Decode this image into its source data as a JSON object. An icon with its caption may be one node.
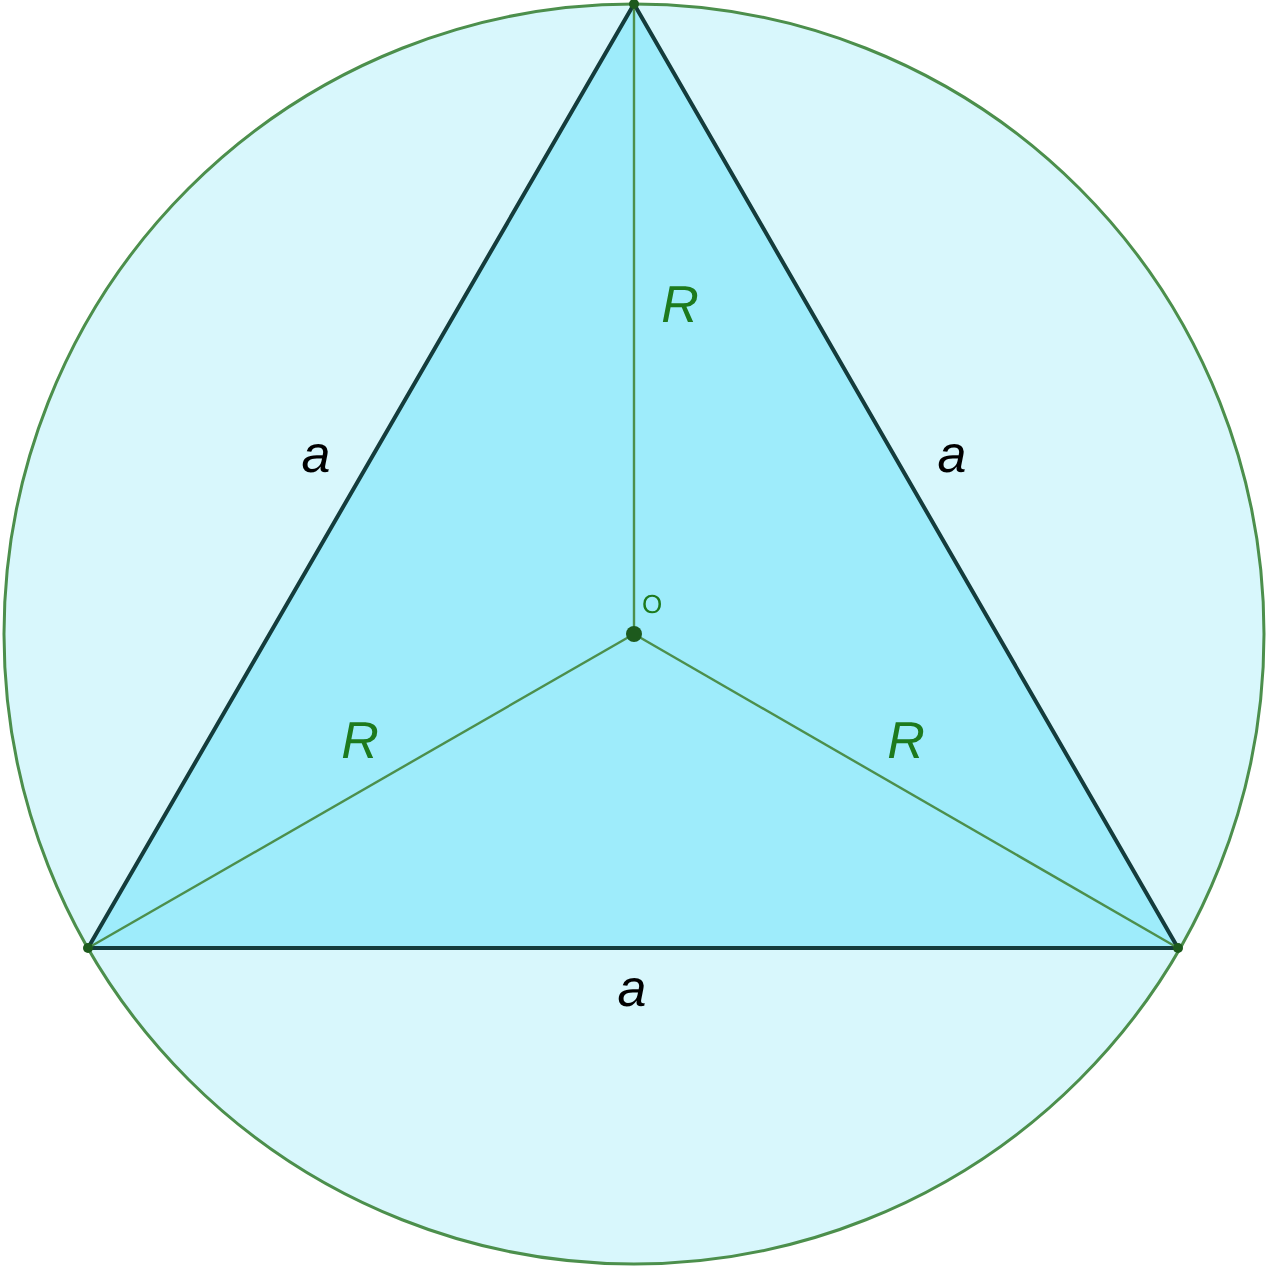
{
  "diagram": {
    "labels": [
      "R",
      "a",
      "a",
      "O",
      "R",
      "R",
      "a"
    ]
  }
}
